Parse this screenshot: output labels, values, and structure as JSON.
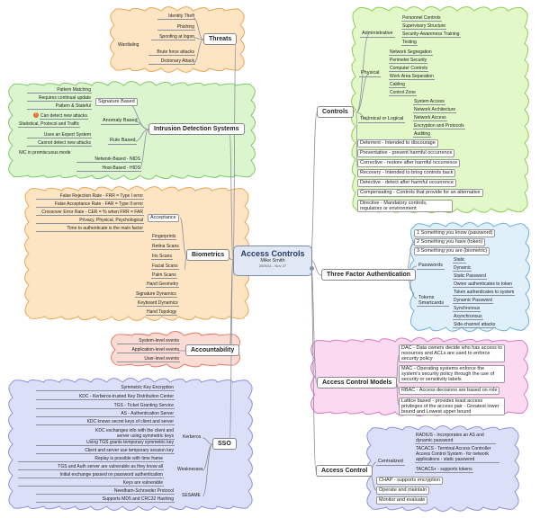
{
  "central": {
    "title": "Access Controls",
    "author": "Mike Smith",
    "date": "2005/11 - Nov 27"
  },
  "threats": {
    "title": "Threats",
    "wardialing": "Wardialing",
    "items": [
      "Identity Theft",
      "Phishing",
      "Spoofing at logon",
      "Brute force attacks",
      "Dictionary Attack"
    ]
  },
  "ids": {
    "title": "Intrusion Detection Systems",
    "signature_based": "Signature Based",
    "signature_items": [
      "Pattern Matching",
      "Requires continual update",
      "Pattern & Stateful"
    ],
    "anomaly_based": "Anomaly Based",
    "anomaly_items": [
      "Can detect new attacks",
      "Statistical, Protocol and Traffic"
    ],
    "rule_based": "Rule Based",
    "rule_items": [
      "Uses an Expert System",
      "Cannot detect new attacks"
    ],
    "nic": "NIC in promiscuous mode",
    "network_based": "Network-Based - NIDS",
    "host_based": "Host-Based - HIDS"
  },
  "biometrics": {
    "title": "Biometrics",
    "acceptance": "Acceptance",
    "acceptance_items": [
      "False Rejection Rate - FRR = Type I error",
      "False Acceptance Rate - FAR = Type II error",
      "Crossover Error Rate - CER = % when FRR = FAR",
      "Privacy, Physical, Psychological",
      "Time to authenticate is the main factor"
    ],
    "types": [
      "Fingerprints",
      "Retina Scans",
      "Iris Scans",
      "Facial Scans",
      "Palm Scans",
      "Hand Geometry",
      "Signature Dynamics",
      "Keyboard Dynamics",
      "Hand Topology"
    ]
  },
  "accountability": {
    "title": "Accountability",
    "items": [
      "System-level events",
      "Application-level events",
      "User-level events"
    ]
  },
  "sso": {
    "title": "SSO",
    "kerberos": "Kerberos",
    "kerberos_items": [
      "Symmetric Key Encryption",
      "KDC - Kerberos-trusted Key Distribution Center",
      "TGS - Ticket Granting Service",
      "AS - Authentication Server",
      "KDC knows secret keys of client and server",
      "KDC exchanges info with the client and server using symmetric keys",
      "Using TGS grants temporary symmetric key",
      "Client and server use temporary session key"
    ],
    "weaknesses": "Weaknesses",
    "weakness_items": [
      "Replay is possible with time frame",
      "TGS and Auth server are vulnerable as they know all",
      "Initial exchange passed on password authentication",
      "Keys are vulnerable"
    ],
    "sesame": "SESAME",
    "sesame_items": [
      "Needham-Schroeder Protocol",
      "Supports MD5 and CRC32 Hashing"
    ]
  },
  "controls": {
    "title": "Controls",
    "administrative": "Administrative",
    "administrative_items": [
      "Personnel Controls",
      "Supervisory Structure",
      "Security-Awareness Training",
      "Testing"
    ],
    "physical": "Physical",
    "physical_items": [
      "Network Segregation",
      "Perimeter Security",
      "Computer Controls",
      "Work Area Separation",
      "Cabling",
      "Control Zone"
    ],
    "technical": "Technical or Logical",
    "technical_items": [
      "System Access",
      "Network Architecture",
      "Network Access",
      "Encryption and Protocols",
      "Auditing"
    ],
    "types": [
      "Deterrent - Intended to discourage",
      "Preventative - prevent harmful occurrence",
      "Corrective - restore after harmful occurrence",
      "Recovery - Intended to bring controls back",
      "Detective - detect after harmful occurrence",
      "Compensating - Controls that provide for an alternative",
      "Directive - Mandatory controls, regulators or environment"
    ]
  },
  "tfa": {
    "title": "Three Factor Authentication",
    "factors": [
      "1 Something you know (password)",
      "2 Something you have (token)",
      "3 Something you are (biometric)"
    ],
    "passwords": "Passwords",
    "password_items": [
      "Static",
      "Dynamic"
    ],
    "tokens": "Tokens Smartcards",
    "token_items": [
      "Static Password",
      "Owner authenticates to token",
      "Token authenticates to system",
      "Dynamic Password",
      "Synchronous",
      "Asynchronous",
      "Side-channel attacks"
    ]
  },
  "acm": {
    "title": "Access Control Models",
    "items": [
      "DAC - Data owners decide who has access to resources and ACLs are used to enforce security policy",
      "MAC - Operating systems enforce the system's security policy through the use of security or sensitivity labels",
      "RBAC - Access decisions are based on role",
      "Lattice based - provides least access privileges of the access pair - Greatest lower bound and Lowest upper bound"
    ]
  },
  "ac": {
    "title": "Access Control",
    "centralized": "Centralized",
    "centralized_items": [
      "RADIUS - Incorporates an AS and dynamic password",
      "TACACS - Terminal Access Controller Access Control System - for network applications - static password",
      "TACACS+ - supports tokens"
    ],
    "other_items": [
      "CHAP - supports encryption",
      "Operate and maintain",
      "Monitor and evaluate"
    ]
  },
  "colors": {
    "threats_fill": "#fde5c3",
    "threats_stroke": "#e8a654",
    "ids_fill": "#dbf5cf",
    "ids_stroke": "#7fc86a",
    "bio_fill": "#fde5c3",
    "bio_stroke": "#e8a654",
    "acc_fill": "#fbdcd4",
    "acc_stroke": "#e07a66",
    "sso_fill": "#dcdff8",
    "sso_stroke": "#8e93d8",
    "controls_fill": "#e3f8c9",
    "controls_stroke": "#8ccf55",
    "tfa_fill": "#dff0fb",
    "tfa_stroke": "#6fb0dc",
    "acm_fill": "#fbd9f0",
    "acm_stroke": "#dc7ac4",
    "ac_fill": "#dcdff8",
    "ac_stroke": "#8e93d8"
  }
}
